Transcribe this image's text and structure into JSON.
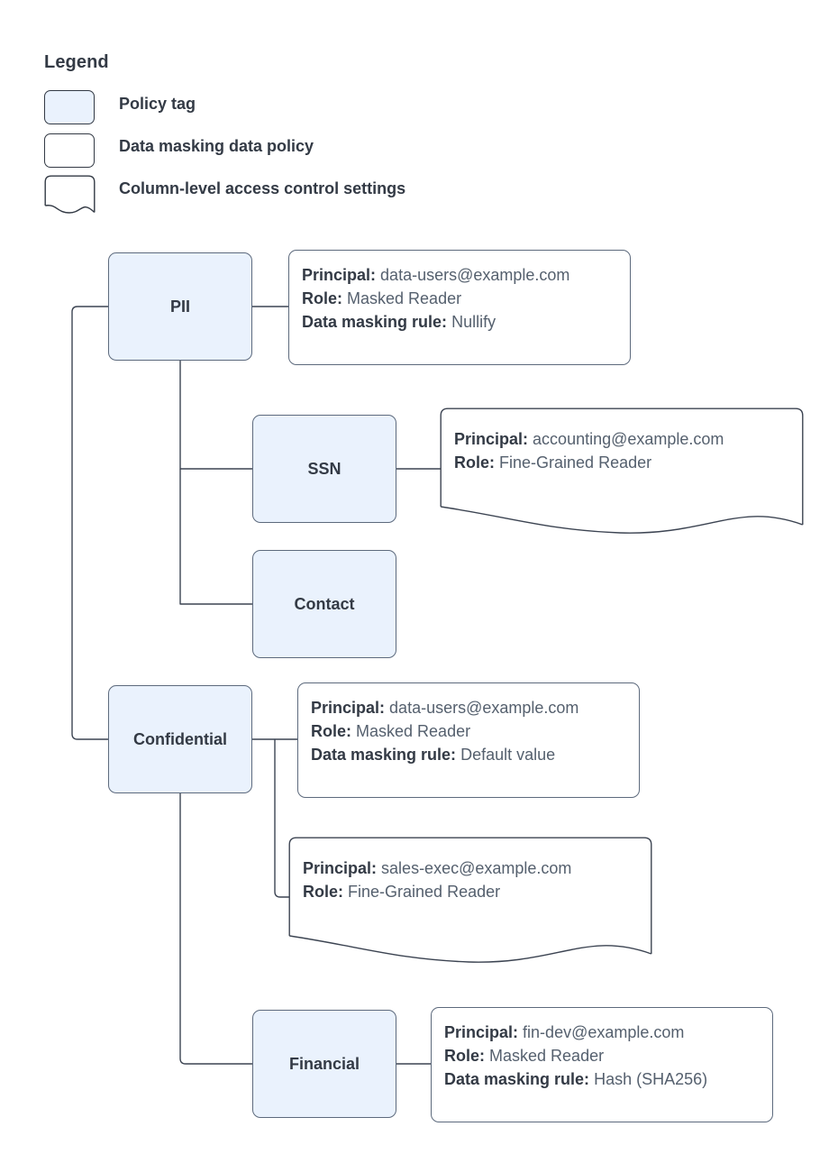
{
  "legend": {
    "title": "Legend",
    "items": [
      {
        "shape": "rounded-filled",
        "label": "Policy tag"
      },
      {
        "shape": "rounded-outline",
        "label": "Data masking data policy"
      },
      {
        "shape": "torn-bottom",
        "label": "Column-level access control settings"
      }
    ]
  },
  "colors": {
    "tag_fill": "#eaf2fd",
    "stroke": "#5d6a7d",
    "text": "#333a45",
    "value_text": "#55606e",
    "background": "#ffffff"
  },
  "nodes": [
    {
      "id": "pii",
      "label": "PII"
    },
    {
      "id": "ssn",
      "label": "SSN"
    },
    {
      "id": "contact",
      "label": "Contact"
    },
    {
      "id": "confidential",
      "label": "Confidential"
    },
    {
      "id": "financial",
      "label": "Financial"
    }
  ],
  "labels": {
    "principal": "Principal:",
    "role": "Role:",
    "masking_rule": "Data masking rule:"
  },
  "policies": {
    "pii": {
      "principal": "data-users@example.com",
      "role": "Masked Reader",
      "masking_rule": "Nullify",
      "kind": "data-masking-policy"
    },
    "ssn": {
      "principal": "accounting@example.com",
      "role": "Fine-Grained Reader",
      "kind": "column-level-access-control"
    },
    "confidential_masking": {
      "principal": "data-users@example.com",
      "role": "Masked Reader",
      "masking_rule": "Default value",
      "kind": "data-masking-policy"
    },
    "confidential_access": {
      "principal": "sales-exec@example.com",
      "role": "Fine-Grained Reader",
      "kind": "column-level-access-control"
    },
    "financial": {
      "principal": "fin-dev@example.com",
      "role": "Masked Reader",
      "masking_rule": "Hash (SHA256)",
      "kind": "data-masking-policy"
    }
  }
}
